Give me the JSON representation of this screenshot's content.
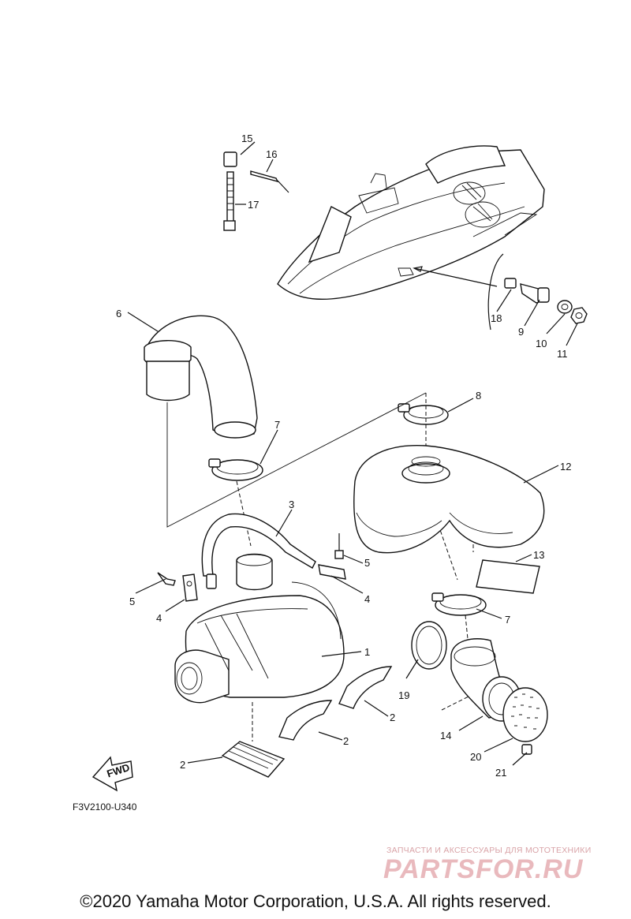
{
  "callouts": {
    "c1": "1",
    "c2a": "2",
    "c2b": "2",
    "c2c": "2",
    "c3": "3",
    "c4a": "4",
    "c4b": "4",
    "c5a": "5",
    "c5b": "5",
    "c6": "6",
    "c7a": "7",
    "c7b": "7",
    "c8": "8",
    "c9": "9",
    "c10": "10",
    "c11": "11",
    "c12": "12",
    "c13": "13",
    "c14": "14",
    "c15": "15",
    "c16": "16",
    "c17": "17",
    "c18": "18",
    "c19": "19",
    "c20": "20",
    "c21": "21"
  },
  "fwd_label": "FWD",
  "diagram_code": "F3V2100-U340",
  "copyright": "©2020 Yamaha Motor Corporation, U.S.A. All rights reserved.",
  "watermark": {
    "subtitle": "ЗАПЧАСТИ И АКСЕССУАРЫ ДЛЯ МОТОТЕХНИКИ",
    "brand": "PARTSFOR.RU"
  }
}
